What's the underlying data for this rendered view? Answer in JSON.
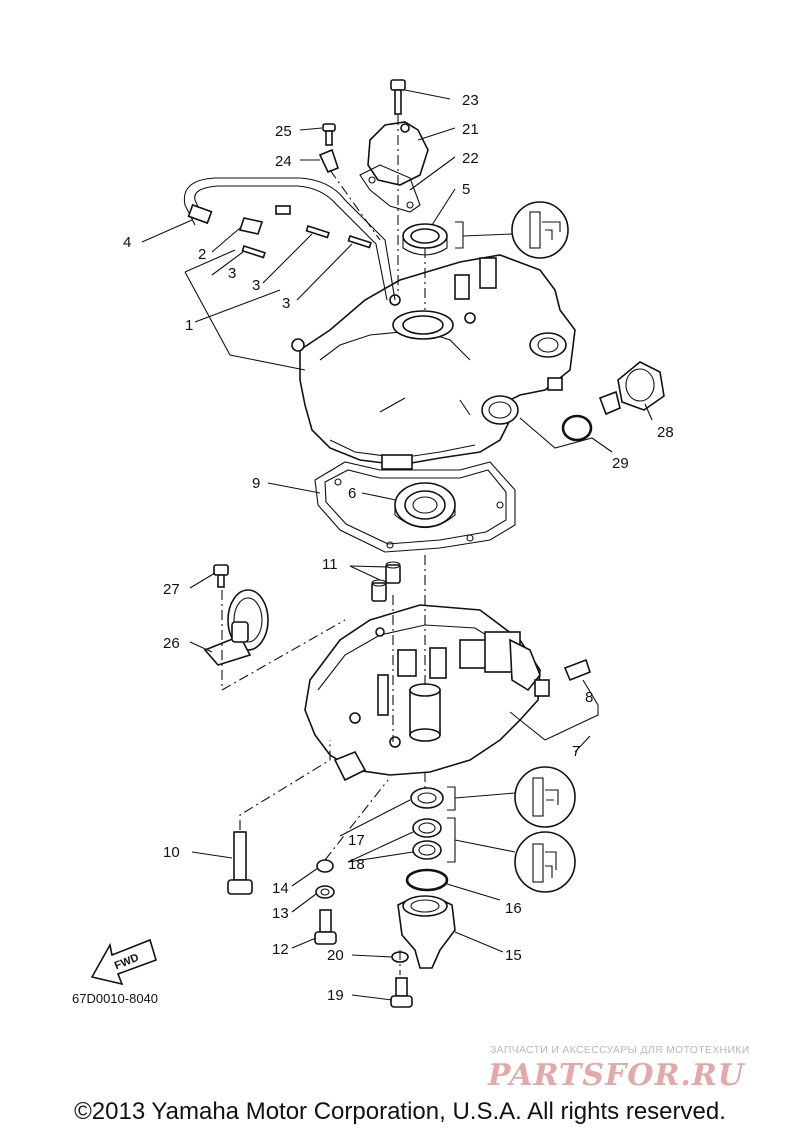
{
  "diagram": {
    "drawing_code": "67D0010-8040",
    "fwd_label": "FWD",
    "callouts": {
      "c1": "1",
      "c2": "2",
      "c3a": "3",
      "c3b": "3",
      "c3c": "3",
      "c4": "4",
      "c5": "5",
      "c6": "6",
      "c7": "7",
      "c8": "8",
      "c9": "9",
      "c10": "10",
      "c11": "11",
      "c12": "12",
      "c13": "13",
      "c14": "14",
      "c15": "15",
      "c16": "16",
      "c17": "17",
      "c18": "18",
      "c19": "19",
      "c20": "20",
      "c21": "21",
      "c22": "22",
      "c23": "23",
      "c24": "24",
      "c25": "25",
      "c26": "26",
      "c27": "27",
      "c28": "28",
      "c29": "29"
    }
  },
  "watermark": {
    "tagline": "ЗАПЧАСТИ И АКСЕССУАРЫ ДЛЯ МОТОТЕХНИКИ",
    "logo": "PARTSFOR.RU"
  },
  "footer": {
    "copyright": "©2013 Yamaha Motor Corporation, U.S.A. All rights reserved."
  }
}
